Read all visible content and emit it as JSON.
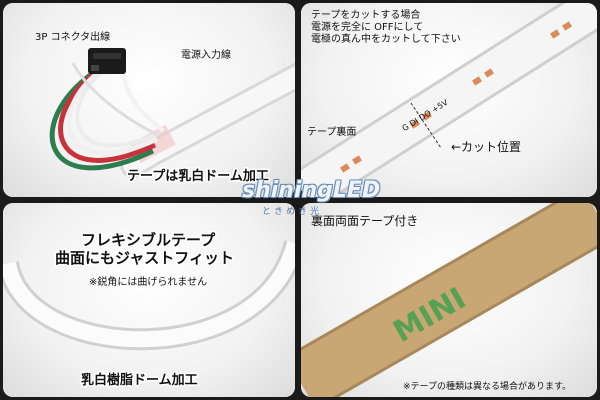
{
  "panel_top_left": {
    "connector_label": "3P コネクタ出線",
    "input_label": "電源入力線",
    "caption": "テープは乳白ドーム加工"
  },
  "panel_top_right": {
    "cut_note_lines": [
      "テープをカットする場合",
      "電源を完全に OFFにして",
      "電極の真ん中をカットして下さい"
    ],
    "back_label": "テープ裏面",
    "cut_position_label": "←カット位置",
    "pad_labels": [
      "G",
      "DI",
      "DO",
      "+5V"
    ]
  },
  "panel_bottom_left": {
    "title_line1": "フレキシブルテープ",
    "title_line2": "曲面にもジャストフィット",
    "note": "※鋭角には曲げられません",
    "caption": "乳白樹脂ドーム加工"
  },
  "panel_bottom_right": {
    "caption": "裏面両面テープ付き",
    "liner_print": "MINI",
    "footnote": "※テープの種類は異なる場合があります。"
  },
  "logo": {
    "main": "shiningLED",
    "sub": "ときめき光"
  },
  "colors": {
    "strip_white": "#f4f4f4",
    "wire_red": "#c8323c",
    "wire_green": "#2e7d4f",
    "tape_tan": "#c9a774",
    "liner_green": "#3aa04b",
    "pad_copper": "#d98b5a"
  }
}
